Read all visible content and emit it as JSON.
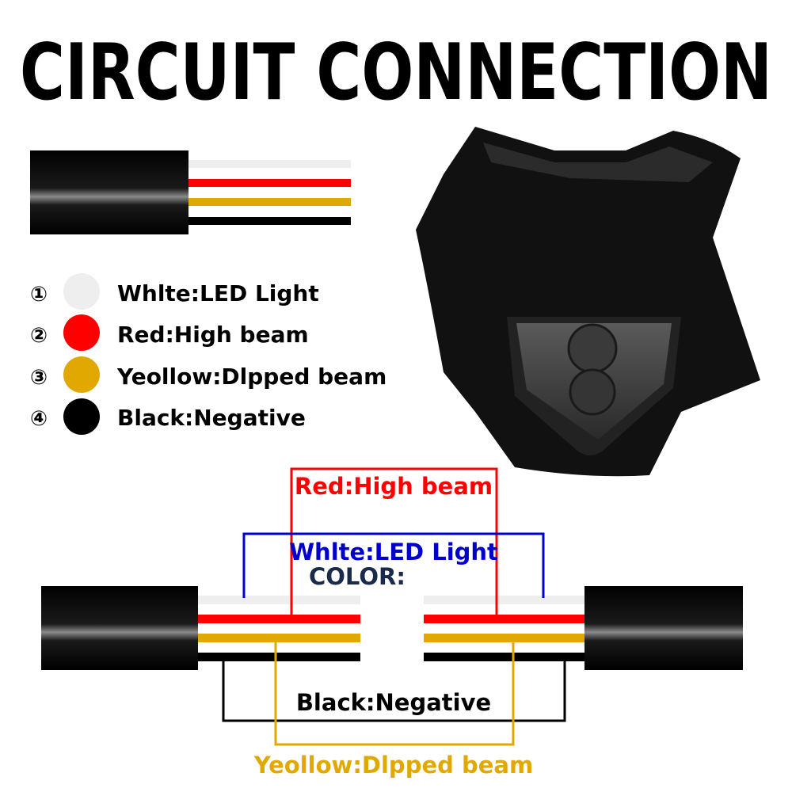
{
  "title": "CIRCUIT CONNECTION",
  "legend": [
    {
      "marker": "①",
      "label": "Whlte:LED Light",
      "color": "#eeeeee"
    },
    {
      "marker": "②",
      "label": "Red:High beam",
      "color": "#ff0000"
    },
    {
      "marker": "③",
      "label": "Yeollow:Dlpped beam",
      "color": "#e0a800"
    },
    {
      "marker": "④",
      "label": "Black:Negative",
      "color": "#000000"
    }
  ],
  "wiring": {
    "red_label": "Red:High beam",
    "white_label": "Whlte:LED Light",
    "color_label": "COLOR:",
    "black_label": "Black:Negative",
    "yellow_label": "Yeollow:Dlpped beam"
  },
  "colors": {
    "white_wire": "#eeeeee",
    "red_wire": "#ff0000",
    "yellow_wire": "#e0a800",
    "black_wire": "#000000",
    "white_label_text": "#0000cc",
    "color_label_text": "#1a2a4a",
    "headlight_body": "#111111"
  }
}
